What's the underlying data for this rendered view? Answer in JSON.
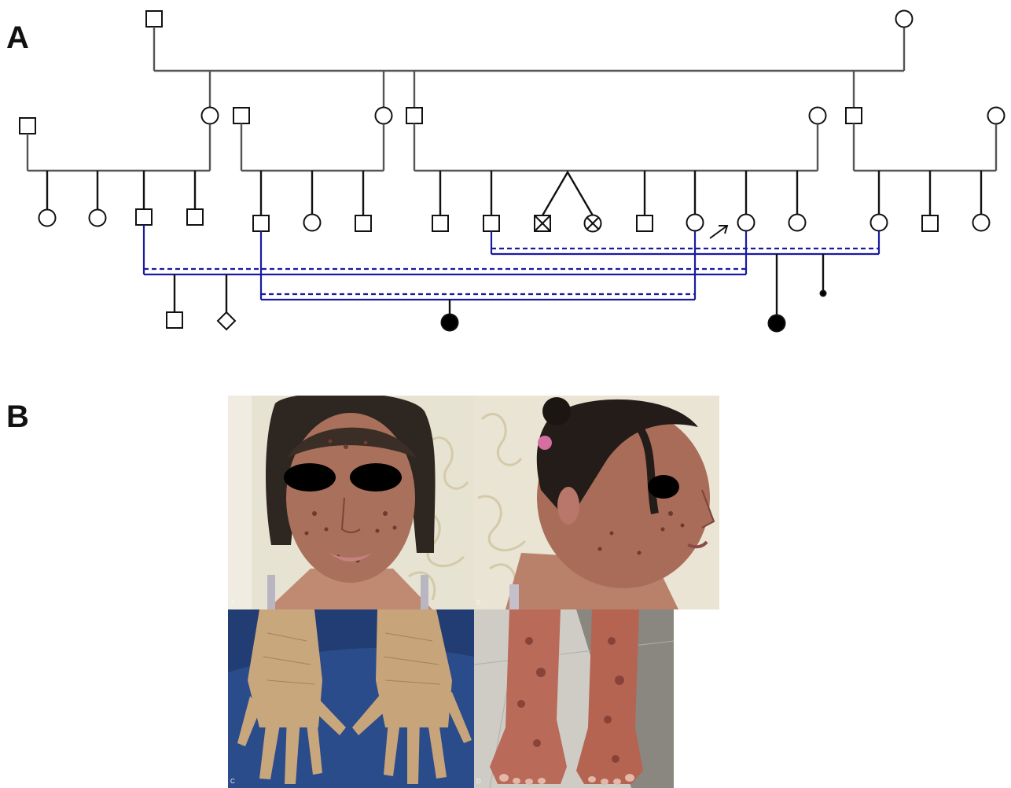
{
  "panels": {
    "a_label": "A",
    "b_label": "B"
  },
  "photos": {
    "face_front_letter": "A",
    "face_side_letter": "B",
    "hands_letter": "C",
    "feet_letter": "D"
  },
  "colors": {
    "line": "#555555",
    "symbol": "#111111",
    "consanguinity": "#1a1aa0",
    "affected_fill": "#000000"
  }
}
